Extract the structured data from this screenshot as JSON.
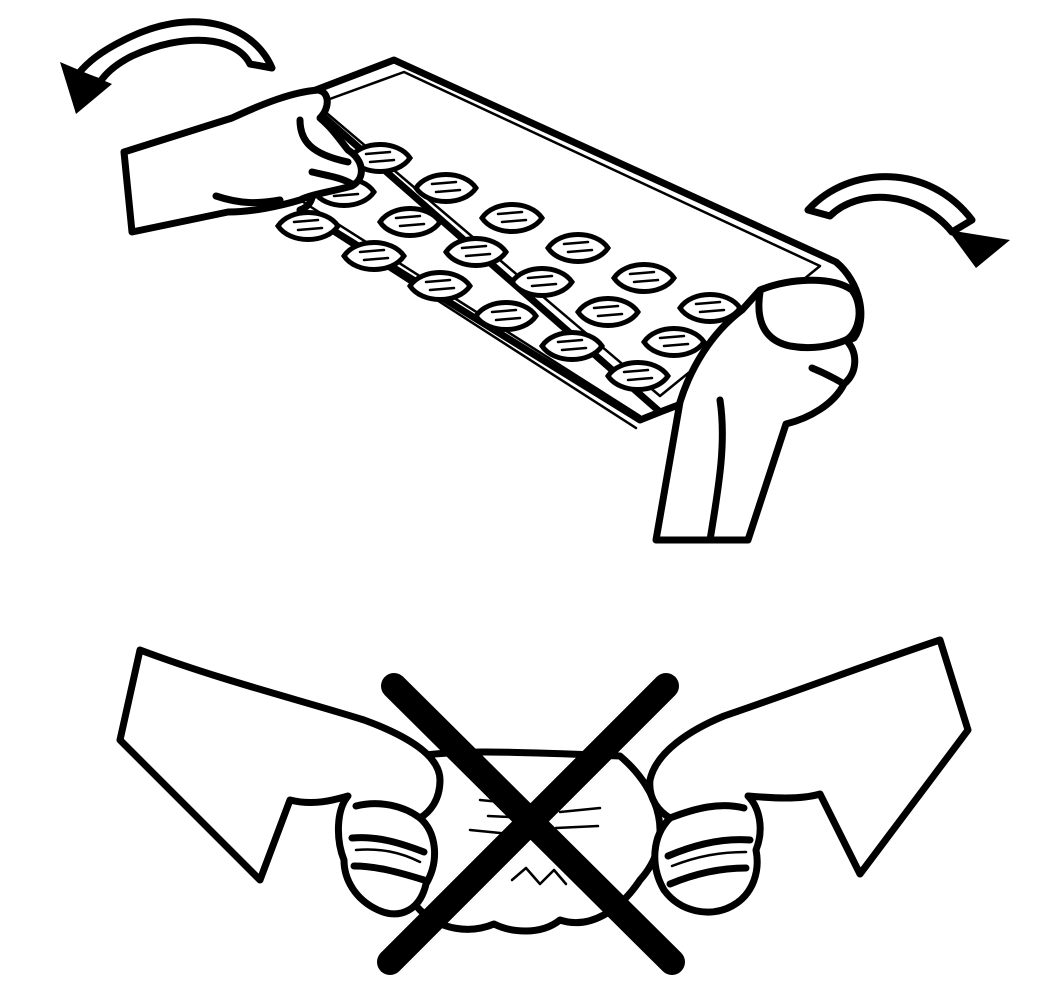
{
  "figure": {
    "panels": [
      {
        "id": "correct-method",
        "depicts": "twist-tray-with-both-hands",
        "tray": {
          "rows": 3,
          "columns": 6
        }
      },
      {
        "id": "incorrect-method",
        "depicts": "squeezing-tray-in-fists",
        "marker": "prohibited-x"
      }
    ],
    "colors": {
      "line": "#000000",
      "background": "#ffffff"
    }
  }
}
